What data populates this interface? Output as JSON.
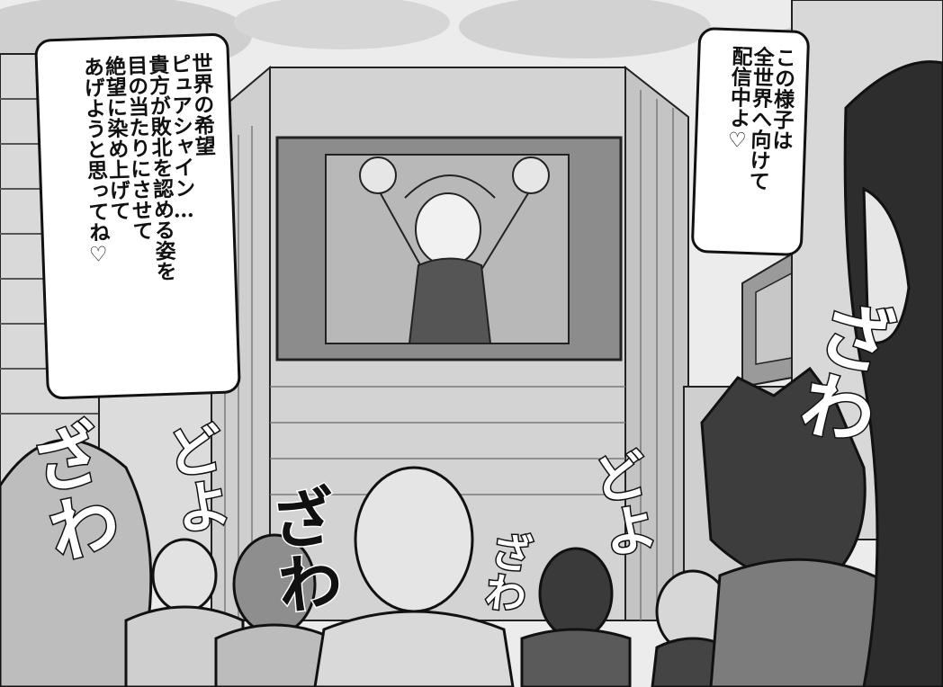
{
  "speech_left": {
    "lines": [
      "世界の希望",
      "ピュアシャイン…",
      "貴方が敗北を認める姿を",
      "目の当たりにさせて",
      "絶望に染め上げて",
      "あげようと思ってね♡"
    ]
  },
  "speech_right": {
    "lines": [
      "この様子は",
      "全世界へ向けて",
      "配信中よ♡"
    ]
  },
  "sfx": {
    "zawa_left": "ざわ",
    "doyo_left": "どよ",
    "zawa_mid": "ざわ",
    "zawa_small": "ざわ",
    "doyo_right": "どよ",
    "zawa_right": "ざわ"
  }
}
